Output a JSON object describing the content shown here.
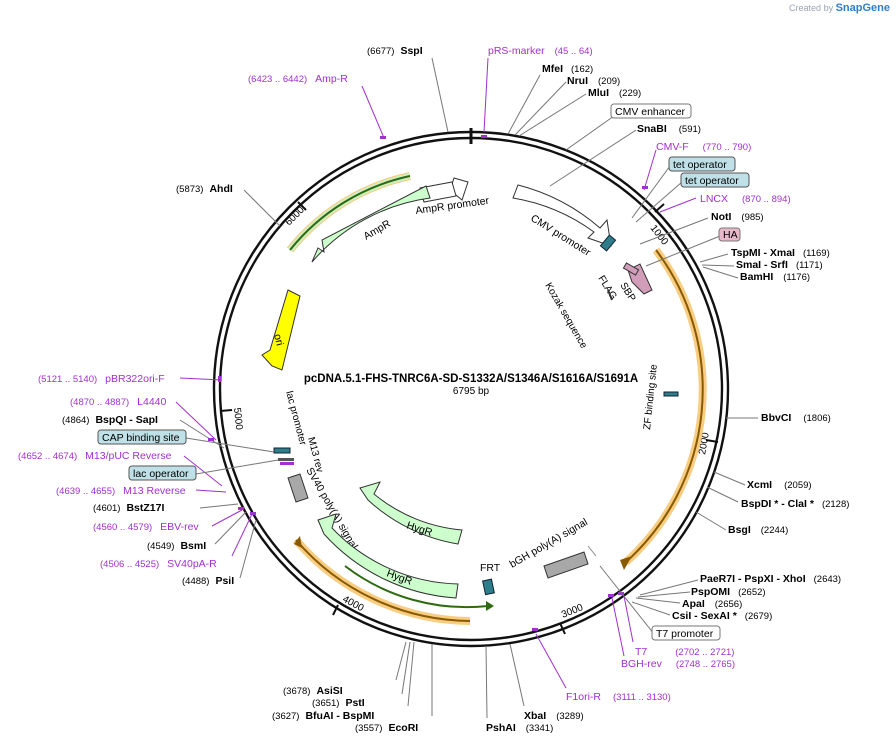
{
  "credit": {
    "prefix": "Created by",
    "brand": "SnapGene"
  },
  "plasmid": {
    "name": "pcDNA.5.1-FHS-TNRC6A-SD-S1332A/S1346A/S1616A/S1691A",
    "length_label": "6795 bp"
  },
  "colors": {
    "site": "#000000",
    "primer": "#a22fcf",
    "ring": "#111111",
    "feature_green": "#ccffcc",
    "ori": "#ffff00",
    "orf_glow": "#f7c46b"
  },
  "ticks": [
    "1000",
    "2000",
    "3000",
    "4000",
    "5000",
    "6000"
  ],
  "sites": [
    {
      "name": "SspI",
      "pos": "(6677)"
    },
    {
      "name": "MfeI",
      "pos": "(162)"
    },
    {
      "name": "NruI",
      "pos": "(209)"
    },
    {
      "name": "MluI",
      "pos": "(229)"
    },
    {
      "name": "SnaBI",
      "pos": "(591)"
    },
    {
      "name": "NotI",
      "pos": "(985)"
    },
    {
      "name": "TspMI - XmaI",
      "pos": "(1169)"
    },
    {
      "name": "SmaI - SrfI",
      "pos": "(1171)"
    },
    {
      "name": "BamHI",
      "pos": "(1176)"
    },
    {
      "name": "BbvCI",
      "pos": "(1806)"
    },
    {
      "name": "XcmI",
      "pos": "(2059)"
    },
    {
      "name": "BspDI * - ClaI *",
      "pos": "(2128)"
    },
    {
      "name": "BsgI",
      "pos": "(2244)"
    },
    {
      "name": "PaeR7I - PspXI - XhoI",
      "pos": "(2643)"
    },
    {
      "name": "PspOMI",
      "pos": "(2652)"
    },
    {
      "name": "ApaI",
      "pos": "(2656)"
    },
    {
      "name": "CsiI - SexAI *",
      "pos": "(2679)"
    },
    {
      "name": "XbaI",
      "pos": "(3289)"
    },
    {
      "name": "PshAI",
      "pos": "(3341)"
    },
    {
      "name": "EcoRI",
      "pos": "(3557)"
    },
    {
      "name": "BfuAI - BspMI",
      "pos": "(3627)"
    },
    {
      "name": "PstI",
      "pos": "(3651)"
    },
    {
      "name": "AsiSI",
      "pos": "(3678)"
    },
    {
      "name": "PsiI",
      "pos": "(4488)"
    },
    {
      "name": "BsmI",
      "pos": "(4549)"
    },
    {
      "name": "BstZ17I",
      "pos": "(4601)"
    },
    {
      "name": "BspQI - SapI",
      "pos": "(4864)"
    },
    {
      "name": "AhdI",
      "pos": "(5873)"
    }
  ],
  "primers": [
    {
      "name": "pRS-marker",
      "pos": "(45 .. 64)"
    },
    {
      "name": "Amp-R",
      "pos": "(6423 .. 6442)"
    },
    {
      "name": "CMV-F",
      "pos": "(770 .. 790)"
    },
    {
      "name": "LNCX",
      "pos": "(870 .. 894)"
    },
    {
      "name": "T7",
      "pos": "(2702 .. 2721)"
    },
    {
      "name": "BGH-rev",
      "pos": "(2748 .. 2765)"
    },
    {
      "name": "F1ori-R",
      "pos": "(3111 .. 3130)"
    },
    {
      "name": "SV40pA-R",
      "pos": "(4506 .. 4525)"
    },
    {
      "name": "EBV-rev",
      "pos": "(4560 .. 4579)"
    },
    {
      "name": "M13 Reverse",
      "pos": "(4639 .. 4655)"
    },
    {
      "name": "M13/pUC Reverse",
      "pos": "(4652 .. 4674)"
    },
    {
      "name": "L4440",
      "pos": "(4870 .. 4887)"
    },
    {
      "name": "pBR322ori-F",
      "pos": "(5121 .. 5140)"
    }
  ],
  "boxed_labels": [
    "CMV enhancer",
    "tet operator",
    "tet operator",
    "HA",
    "T7 promoter",
    "CAP binding site",
    "lac operator"
  ],
  "features": [
    "AmpR promoter",
    "AmpR",
    "ori",
    "CMV promoter",
    "SBP",
    "FLAG",
    "Kozak sequence",
    "ZF binding site",
    "lac promoter",
    "M13 rev",
    "SV40 poly(A) signal",
    "HygR",
    "HygR",
    "FRT",
    "bGH poly(A) signal"
  ]
}
